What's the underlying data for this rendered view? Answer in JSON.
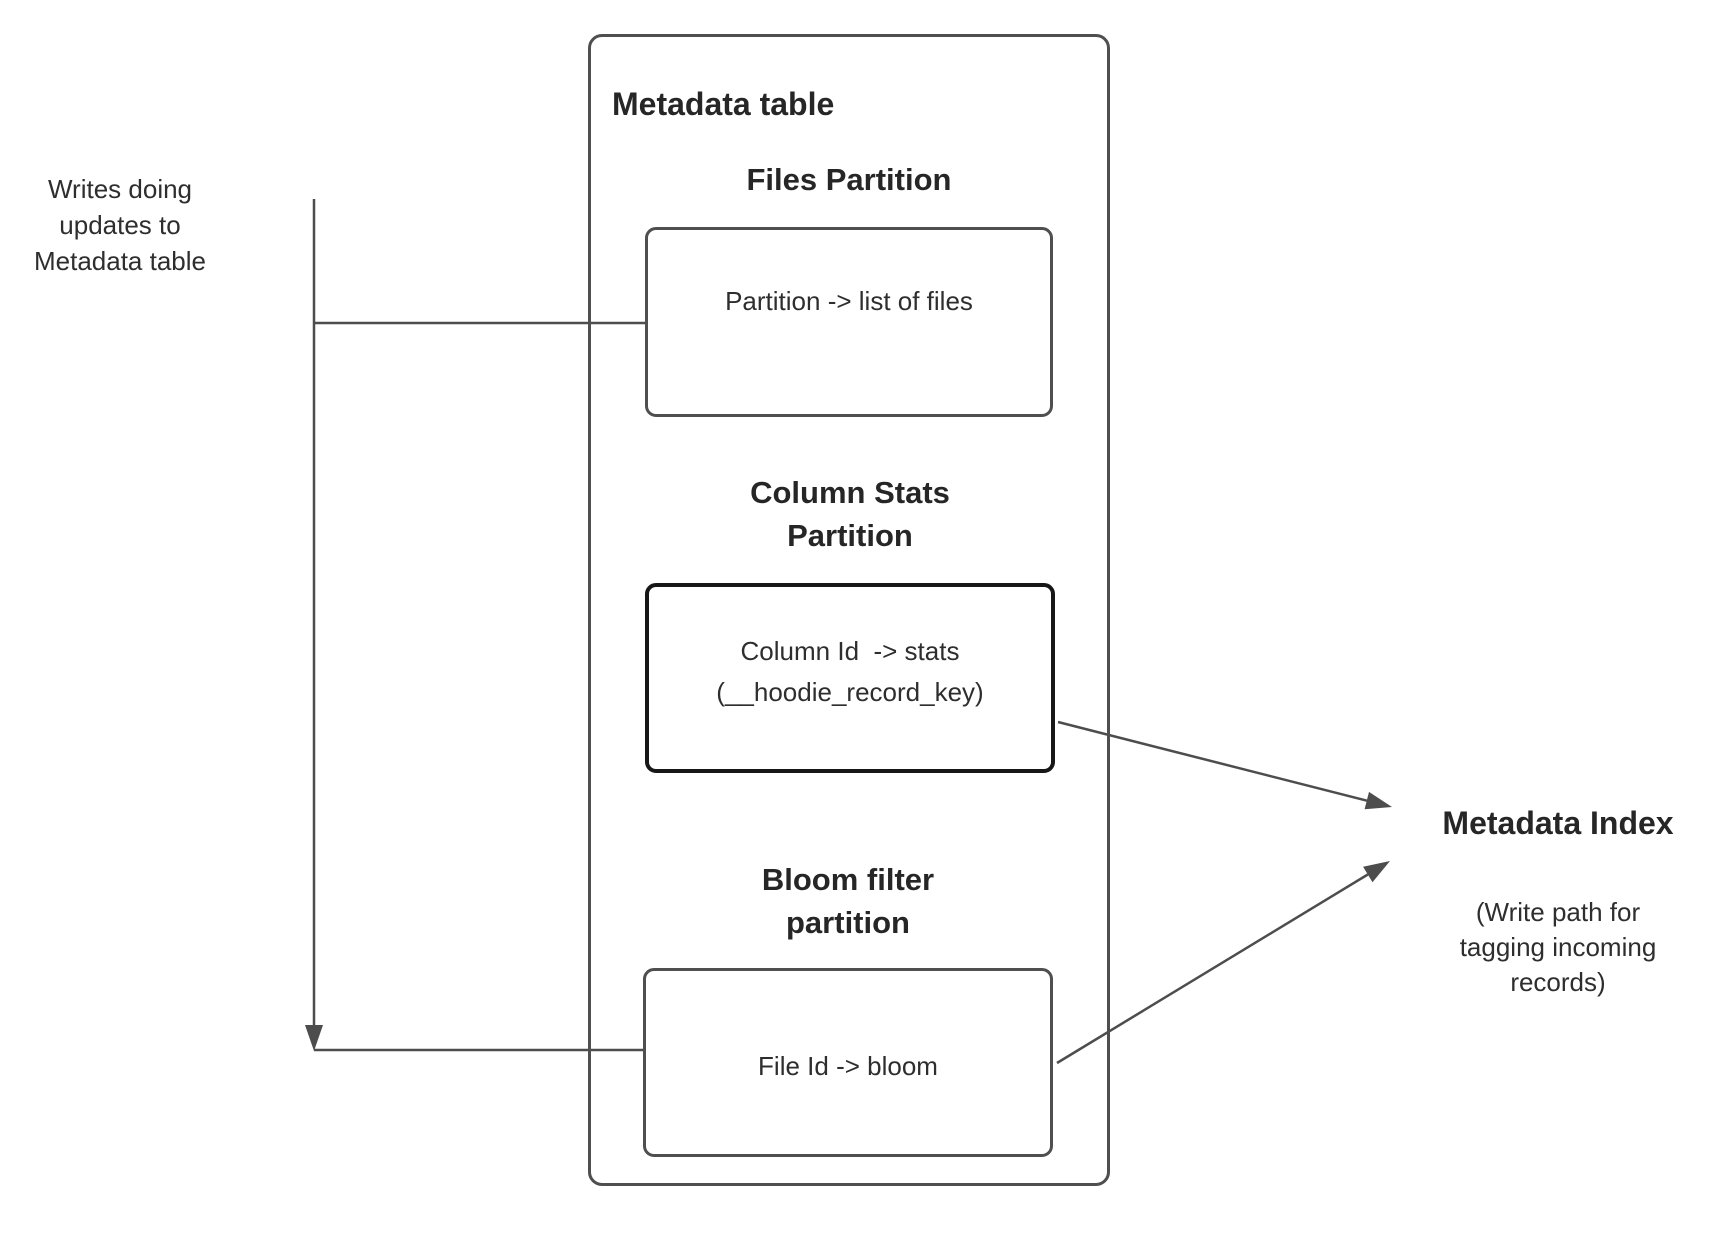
{
  "colors": {
    "background": "#ffffff",
    "line": "#4d4d4d",
    "box_border": "#4f4f4f",
    "emphasis_box_border": "#171717",
    "text": "#262626"
  },
  "left_note": "Writes doing\nupdates to\nMetadata table",
  "metadata_table": {
    "title": "Metadata table",
    "files_partition": {
      "heading": "Files Partition",
      "body": "Partition -> list of files"
    },
    "column_stats_partition": {
      "heading": "Column Stats\nPartition",
      "body": "Column Id  -> stats\n(__hoodie_record_key)"
    },
    "bloom_filter_partition": {
      "heading": "Bloom filter\npartition",
      "body": "File Id -> bloom"
    }
  },
  "metadata_index": {
    "title": "Metadata Index",
    "subtitle": "(Write path for\ntagging incoming\nrecords)"
  }
}
